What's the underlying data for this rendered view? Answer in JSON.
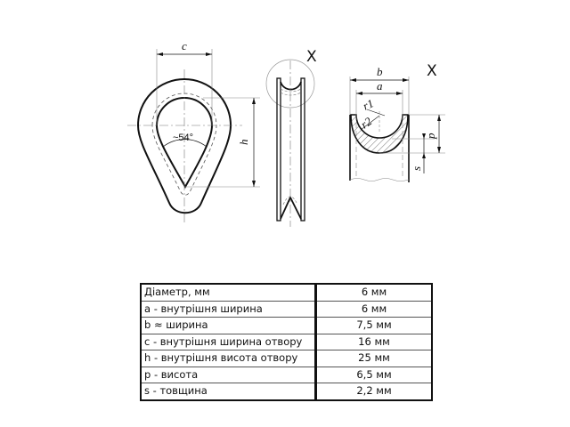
{
  "drawing": {
    "front_view": {
      "dimension_c_label": "c",
      "dimension_h_label": "h",
      "angle_label": "~54°"
    },
    "side_view": {
      "detail_marker_label": "X"
    },
    "detail_view": {
      "title": "X",
      "dimension_b_label": "b",
      "dimension_a_label": "a",
      "radius_r1_label": "r1",
      "radius_r2_label": "r2",
      "dimension_p_label": "p",
      "dimension_s_label": "s"
    }
  },
  "spec_table": {
    "rows": [
      {
        "param": "Діаметр, мм",
        "value": "6 мм"
      },
      {
        "param": "a - внутрішня ширина",
        "value": "6 мм"
      },
      {
        "param": "b ≈ ширина",
        "value": "7,5 мм"
      },
      {
        "param": "c - внутрішня ширина отвору",
        "value": "16 мм"
      },
      {
        "param": "h - внутрішня висота отвору",
        "value": "25 мм"
      },
      {
        "param": "p - висота",
        "value": "6,5 мм"
      },
      {
        "param": "s - товщина",
        "value": "2,2 мм"
      }
    ]
  }
}
